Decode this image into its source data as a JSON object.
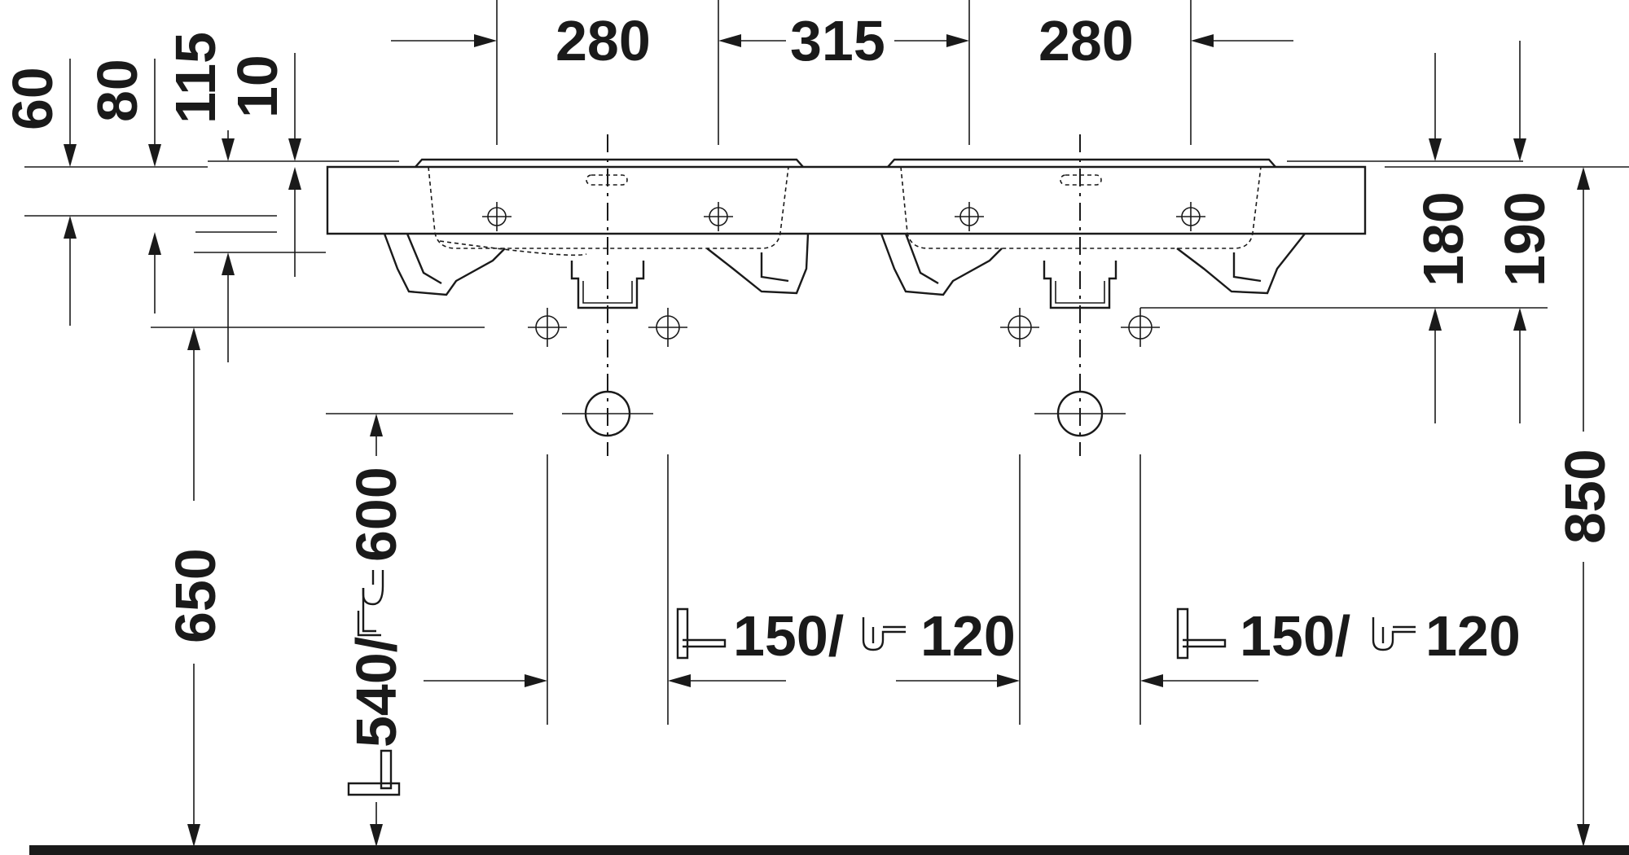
{
  "dimensions": {
    "top_basin_left": "280",
    "top_spacing": "315",
    "top_basin_right": "280",
    "left_60": "60",
    "left_80": "80",
    "left_115": "115",
    "left_10": "10",
    "right_180": "180",
    "right_190": "190",
    "height_650": "650",
    "height_540_600": "540/",
    "height_600": "600",
    "height_850": "850",
    "bottom_left_150": "150/",
    "bottom_left_120": "120",
    "bottom_right_150": "150/",
    "bottom_right_120": "120"
  },
  "icons": [
    "wall-outlet-icon",
    "siphon-trap-icon"
  ]
}
